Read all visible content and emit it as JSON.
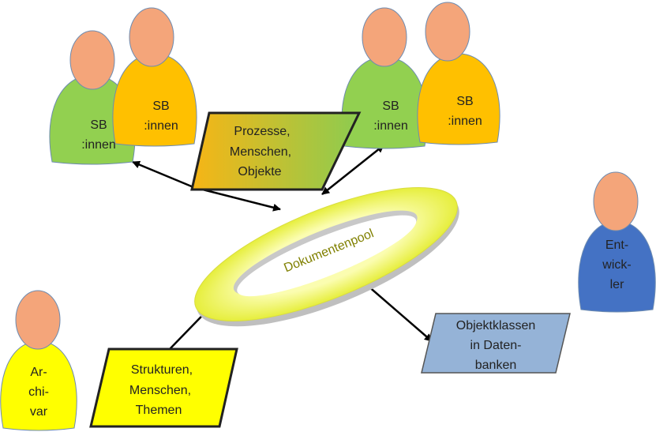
{
  "persons": [
    {
      "lines": [
        "SB",
        ":innen"
      ],
      "color": "#92d050"
    },
    {
      "lines": [
        "SB",
        ":innen"
      ],
      "color": "#ffc000"
    },
    {
      "lines": [
        "SB",
        ":innen"
      ],
      "color": "#92d050"
    },
    {
      "lines": [
        "SB",
        ":innen"
      ],
      "color": "#ffc000"
    },
    {
      "lines": [
        "Ent-",
        "wick-",
        "ler"
      ],
      "color": "#4472c4"
    },
    {
      "lines": [
        "Ar-",
        "chi-",
        "var"
      ],
      "color": "#ffff00"
    }
  ],
  "boxes": [
    {
      "lines": [
        "Prozesse,",
        "Menschen,",
        "Objekte"
      ]
    },
    {
      "lines": [
        "Objektklassen",
        "in Daten-",
        "banken"
      ],
      "color": "#95b3d7"
    },
    {
      "lines": [
        "Strukturen,",
        "Menschen,",
        "Themen"
      ],
      "color": "#ffff00"
    }
  ],
  "pool": {
    "label": "Dokumentenpool",
    "color": "#eef55a",
    "label_color": "#808000"
  },
  "head_color": "#f4a57a"
}
